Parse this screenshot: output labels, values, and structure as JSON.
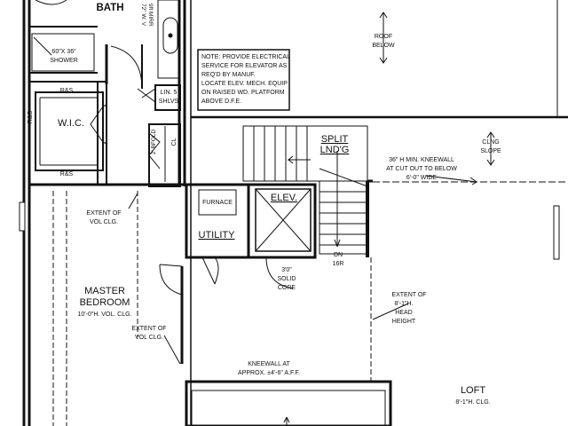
{
  "labels": {
    "bath": "BATH",
    "mirror_1": "72\" W. V",
    "mirror_2": "9ft MIRR",
    "shower_1": "60\"X 36\"",
    "shower_2": "SHOWER",
    "rs_top": "R&S",
    "rs_side": "R&S",
    "rs_bottom": "R&S",
    "wic": "W.I.C.",
    "lin_1": "LIN. 5",
    "lin_2": "SHLVS",
    "bifold": "2' BFOLD",
    "cl": "CL",
    "roof_below_1": "ROOF",
    "roof_below_2": "BELOW",
    "elev_note": [
      "NOTE: PROVIDE ELECTRICAL",
      "SERVICE FOR ELEVATOR AS",
      "REQ'D BY MANUF.",
      "LOCATE ELEV. MECH. EQUIP",
      "ON RAISED WD. PLATFORM",
      "ABOVE D.F.E."
    ],
    "split_1": "SPLIT",
    "split_2": "LND'G",
    "kneewall_note": [
      "36\" H MIN. KNEEWALL",
      "AT CUT OUT TO BELOW",
      "6'-0\" WIDE"
    ],
    "clng_1": "CLNG",
    "clng_2": "SLOPE",
    "extent_vol_1": [
      "EXTENT OF",
      "VOL CLG."
    ],
    "furnace": "FURNACE",
    "elev": "ELEV.",
    "utility": "UTILITY",
    "dn": "DN",
    "dn_risers": "16R",
    "solid_core": [
      "3'0\"",
      "SOLID",
      "CORE"
    ],
    "extent_head": [
      "EXTENT OF",
      "8'-1\"H.",
      "HEAD",
      "HEIGHT"
    ],
    "master_1": "MASTER",
    "master_2": "BEDROOM",
    "master_clg": "10'-0\"H. VOL. CLG.",
    "extent_vol_2": [
      "EXTENT OF",
      "VOL CLG."
    ],
    "kneewall_2": [
      "KNEEWALL AT",
      "APPROX. ±4'-6\" A.F.F."
    ],
    "loft": "LOFT",
    "loft_clg": "8'-1\"H. CLG."
  }
}
